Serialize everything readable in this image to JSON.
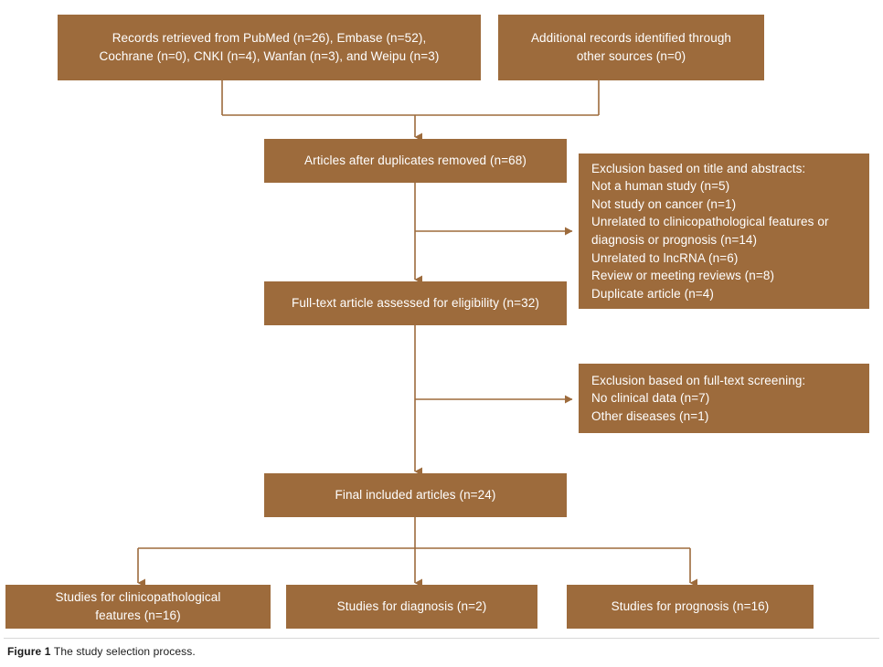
{
  "figure": {
    "caption_label": "Figure 1",
    "caption_text": "The study selection process.",
    "box_fill": "#9d6b3c",
    "box_text_color": "#ffffff",
    "connector_color": "#9d6b3c",
    "background": "#ffffff"
  },
  "nodes": {
    "records": {
      "id": "records-retrieved",
      "text": "Records retrieved from PubMed (n=26), Embase (n=52),\nCochrane (n=0), CNKI (n=4), Wanfan (n=3), and Weipu (n=3)"
    },
    "additional": {
      "id": "additional-records",
      "text": "Additional records identified through\nother sources (n=0)"
    },
    "duplicates": {
      "id": "articles-after-duplicates",
      "text": "Articles after duplicates removed (n=68)"
    },
    "exclusion_title_abstract": {
      "id": "exclusion-title-abstract",
      "text": "Exclusion based on title and abstracts:\nNot a human study (n=5)\nNot study on cancer (n=1)\nUnrelated to clinicopathological features or\ndiagnosis or prognosis (n=14)\nUnrelated to lncRNA (n=6)\nReview or meeting reviews (n=8)\nDuplicate article (n=4)"
    },
    "fulltext": {
      "id": "full-text-assessed",
      "text": "Full-text article assessed for eligibility (n=32)"
    },
    "exclusion_fulltext": {
      "id": "exclusion-full-text",
      "text": "Exclusion based on full-text screening:\nNo clinical data (n=7)\nOther diseases (n=1)"
    },
    "final": {
      "id": "final-included-articles",
      "text": "Final included articles (n=24)"
    },
    "clinicopath": {
      "id": "studies-clinicopathological",
      "text": "Studies for clinicopathological\nfeatures (n=16)"
    },
    "diagnosis": {
      "id": "studies-diagnosis",
      "text": "Studies for diagnosis (n=2)"
    },
    "prognosis": {
      "id": "studies-prognosis",
      "text": "Studies for prognosis (n=16)"
    }
  },
  "counts": {
    "pubmed": 26,
    "embase": 52,
    "cochrane": 0,
    "cnki": 4,
    "wanfan": 3,
    "weipu": 3,
    "additional_sources": 0,
    "after_duplicates": 68,
    "not_human_study": 5,
    "not_cancer": 1,
    "unrelated_clinicopathological": 14,
    "unrelated_lncrna": 6,
    "review_or_meeting": 8,
    "duplicate_article": 4,
    "full_text_assessed": 32,
    "no_clinical_data": 7,
    "other_diseases": 1,
    "final_included": 24,
    "studies_clinicopathological": 16,
    "studies_diagnosis": 2,
    "studies_prognosis": 16
  }
}
